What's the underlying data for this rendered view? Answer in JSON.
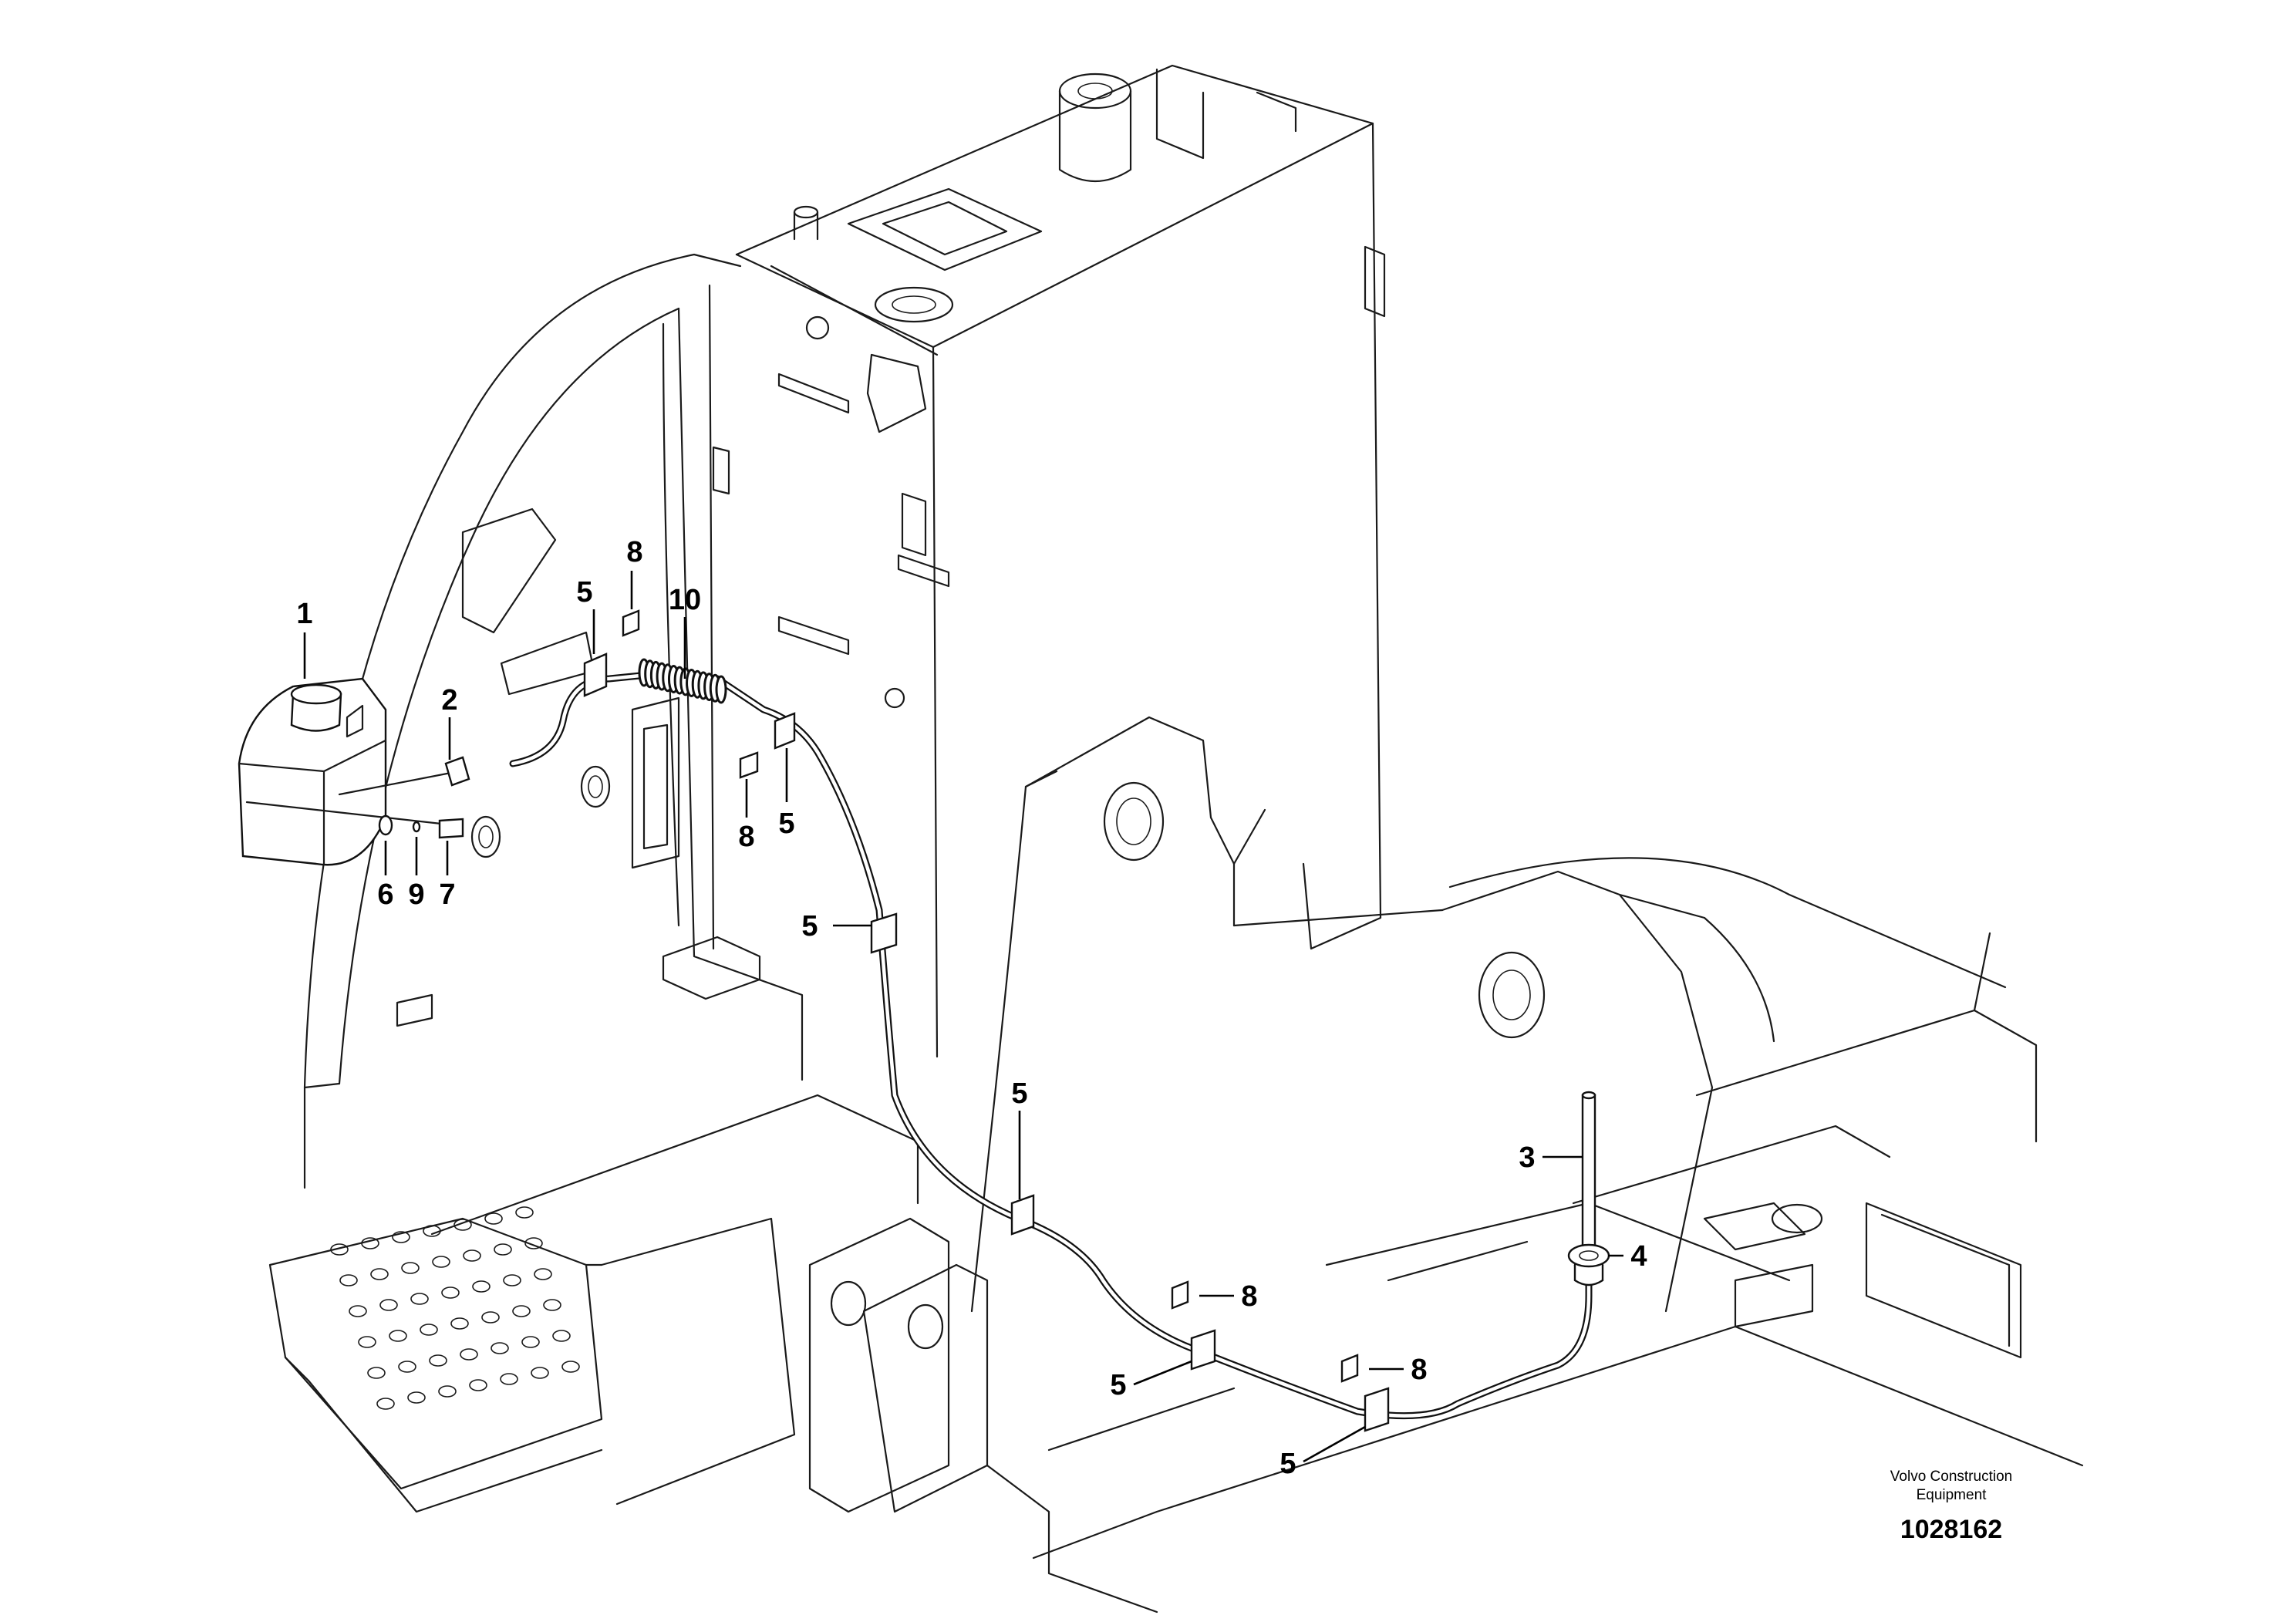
{
  "callouts": [
    {
      "id": "c1",
      "label": "1"
    },
    {
      "id": "c2",
      "label": "2"
    },
    {
      "id": "c3",
      "label": "3"
    },
    {
      "id": "c4",
      "label": "4"
    },
    {
      "id": "c5a",
      "label": "5"
    },
    {
      "id": "c5b",
      "label": "5"
    },
    {
      "id": "c5c",
      "label": "5"
    },
    {
      "id": "c5d",
      "label": "5"
    },
    {
      "id": "c5e",
      "label": "5"
    },
    {
      "id": "c5f",
      "label": "5"
    },
    {
      "id": "c6",
      "label": "6"
    },
    {
      "id": "c7",
      "label": "7"
    },
    {
      "id": "c8a",
      "label": "8"
    },
    {
      "id": "c8b",
      "label": "8"
    },
    {
      "id": "c8c",
      "label": "8"
    },
    {
      "id": "c8d",
      "label": "8"
    },
    {
      "id": "c9",
      "label": "9"
    },
    {
      "id": "c10",
      "label": "10"
    }
  ],
  "watermark": {
    "line1": "Volvo Construction",
    "line2": "Equipment",
    "number": "1028162"
  }
}
